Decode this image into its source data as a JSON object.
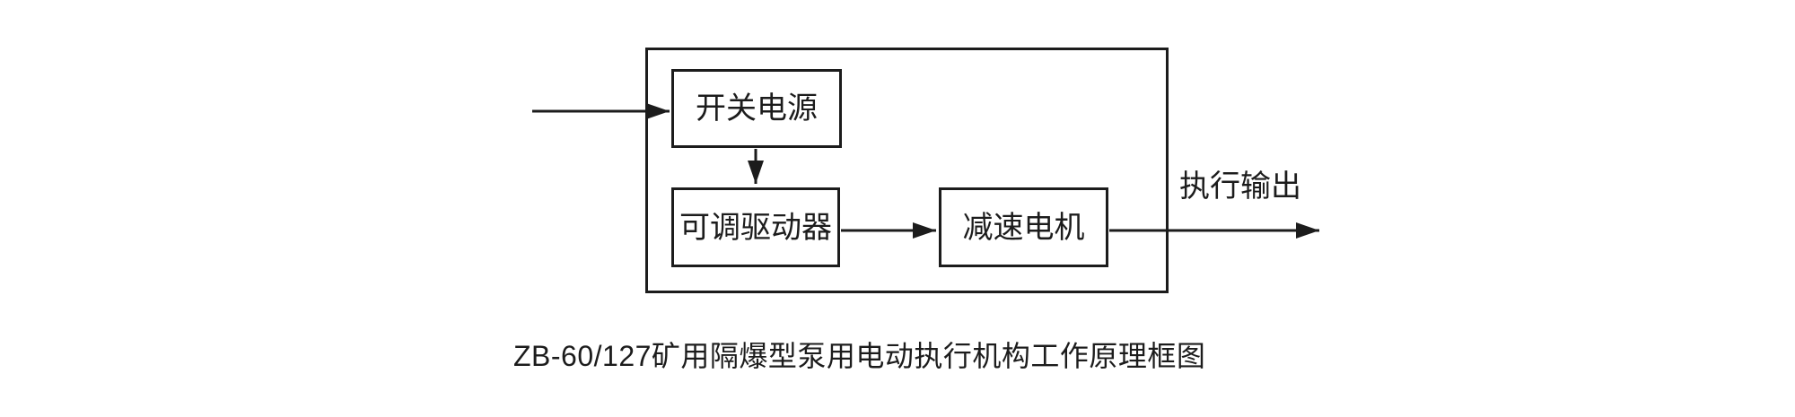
{
  "diagram": {
    "blocks": {
      "switching_power_supply": "开关电源",
      "adjustable_driver": "可调驱动器",
      "gear_motor": "减速电机"
    },
    "output_label": "执行输出",
    "caption": "ZB-60/127矿用隔爆型泵用电动执行机构工作原理框图",
    "connections": [
      {
        "from": "external-input",
        "to": "switching_power_supply"
      },
      {
        "from": "switching_power_supply",
        "to": "adjustable_driver"
      },
      {
        "from": "adjustable_driver",
        "to": "gear_motor"
      },
      {
        "from": "gear_motor",
        "to": "external-output"
      }
    ],
    "colors": {
      "line": "#1c1c1c",
      "text": "#1c1c1c",
      "background": "#ffffff"
    }
  }
}
